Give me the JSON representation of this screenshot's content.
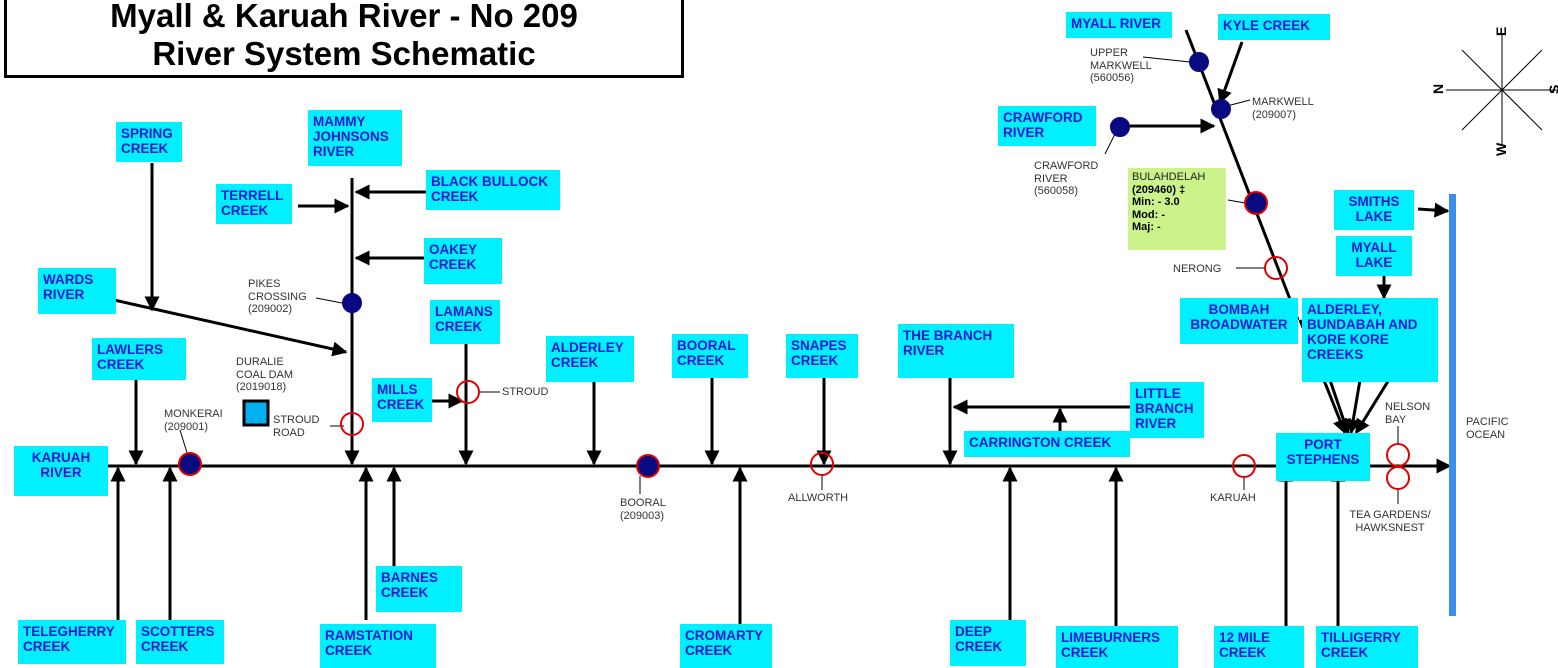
{
  "title": {
    "line1": "Myall & Karuah River -  No  209",
    "line2": "River System Schematic"
  },
  "compass": {
    "north": "N",
    "east": "E",
    "south": "S",
    "west": "W"
  },
  "labels": {
    "myall_river": "MYALL RIVER",
    "kyle_creek": "KYLE CREEK",
    "crawford_river": "CRAWFORD RIVER",
    "spring_creek": "SPRING CREEK",
    "mammy_johnsons_river": "MAMMY JOHNSONS RIVER",
    "terrell_creek": "TERRELL CREEK",
    "black_bullock_creek": "BLACK BULLOCK CREEK",
    "oakey_creek": "OAKEY CREEK",
    "wards_river": "WARDS RIVER",
    "lamans_creek": "LAMANS CREEK",
    "lawlers_creek": "LAWLERS CREEK",
    "alderley_creek": "ALDERLEY CREEK",
    "booral_creek": "BOORAL CREEK",
    "snapes_creek": "SNAPES CREEK",
    "the_branch_river": "THE BRANCH RIVER",
    "mills_creek": "MILLS CREEK",
    "little_branch_river": "LITTLE BRANCH RIVER",
    "carrington_creek": "CARRINGTON CREEK",
    "karuah_river": "KARUAH RIVER",
    "smiths_lake": "SMITHS LAKE",
    "myall_lake": "MYALL LAKE",
    "bombah_broadwater": "BOMBAH BROADWATER",
    "alderley_bundabah": "ALDERLEY, BUNDABAH AND KORE KORE CREEKS",
    "port_stephens": "PORT STEPHENS",
    "barnes_creek": "BARNES CREEK",
    "telegherry_creek": "TELEGHERRY CREEK",
    "scotters_creek": "SCOTTERS CREEK",
    "ramstation_creek": "RAMSTATION CREEK",
    "cromarty_creek": "CROMARTY CREEK",
    "deep_creek": "DEEP CREEK",
    "limeburners_creek": "LIMEBURNERS CREEK",
    "twelve_mile_creek": "12 MILE CREEK",
    "tilligerry_creek": "TILLIGERRY CREEK"
  },
  "stations": {
    "upper_markwell": "UPPER MARKWELL (560056)",
    "markwell": "MARKWELL (209007)",
    "crawford_river": "CRAWFORD RIVER (560058)",
    "nerong": "NERONG",
    "pikes_crossing": "PIKES CROSSING (209002)",
    "duralie": "DURALIE COAL DAM (2019018)",
    "stroud_road": "STROUD ROAD",
    "stroud": "STROUD",
    "monkerai": "MONKERAI (209001)",
    "booral": "BOORAL (209003)",
    "allworth": "ALLWORTH",
    "karuah": "KARUAH",
    "nelson_bay": "NELSON BAY",
    "tea_gardens": "TEA GARDENS/ HAWKSNEST",
    "pacific_ocean": "PACIFIC OCEAN"
  },
  "bulahdelah": {
    "name": "BULAHDELAH",
    "code": "(209460) ‡",
    "min": "Min: - 3.0",
    "mod": "Mod: -",
    "maj": "Maj: -"
  },
  "colors": {
    "label_bg": "#00f0ff",
    "label_text": "#1a1ad6",
    "gauge_fill": "#0a0a80",
    "gauge_ring": "#e00000",
    "ocean": "#3a8fe8",
    "info_bg": "#ccf28c"
  }
}
